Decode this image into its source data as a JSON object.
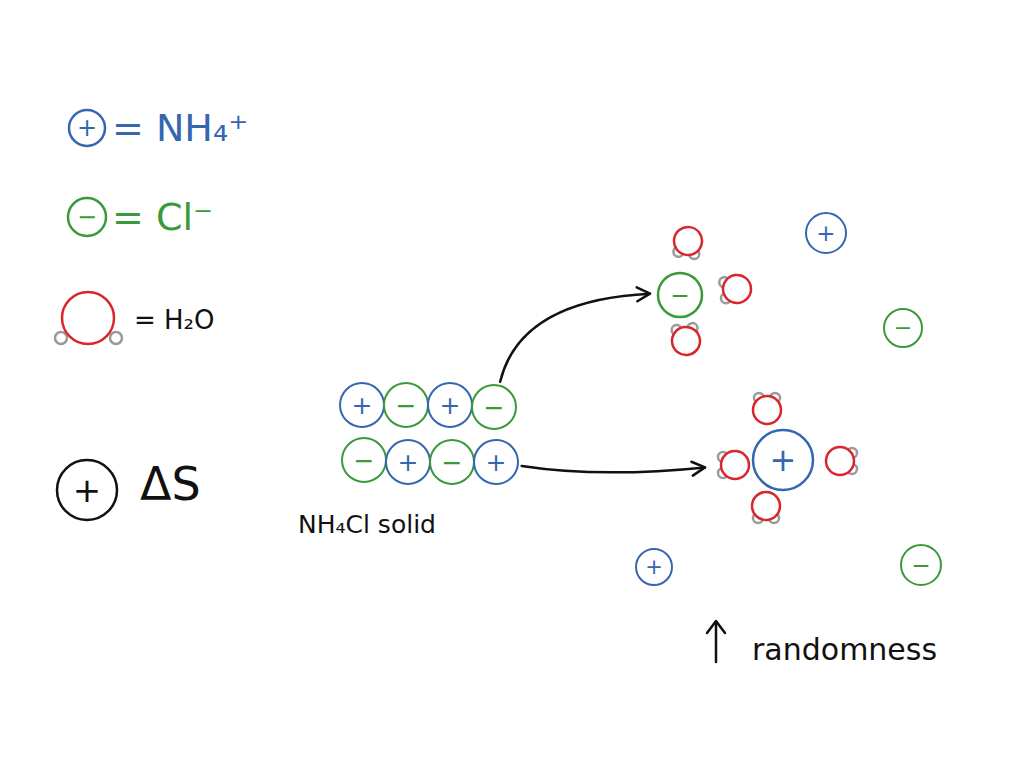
{
  "diagram": {
    "nodes": [
      {
        "text": [
          "+"
        ]
      },
      {
        "text": [
          "−"
        ]
      },
      {
        "text": [
          "−"
        ]
      },
      {
        "text": [
          "+"
        ]
      },
      {
        "text": [
          "−"
        ]
      },
      {
        "text": [
          "+"
        ]
      },
      {
        "text": [
          "−"
        ]
      },
      {
        "text": [
          "−"
        ]
      },
      {
        "text": [
          "+"
        ]
      },
      {
        "text": [
          "−"
        ]
      },
      {
        "text": [
          "+"
        ]
      },
      {
        "text": [
          "+"
        ]
      },
      {
        "text": [
          "+"
        ]
      },
      {
        "text": [
          "−"
        ]
      }
    ],
    "edges": [
      {
        "from": 6,
        "to": 1,
        "arrow": "to"
      },
      {
        "from": 10,
        "to": 11,
        "arrow": "to"
      }
    ],
    "labels": [
      "+",
      "−",
      "+",
      "ΔS",
      "NH₄Cl solid",
      "randomness"
    ],
    "legend": [
      {
        "text": "= NH₄⁺",
        "color": "#3566b0"
      },
      {
        "text": "= Cl⁻",
        "color": "#3a9a3a"
      },
      {
        "text": "= H₂O",
        "color": "#d8262a"
      }
    ]
  }
}
